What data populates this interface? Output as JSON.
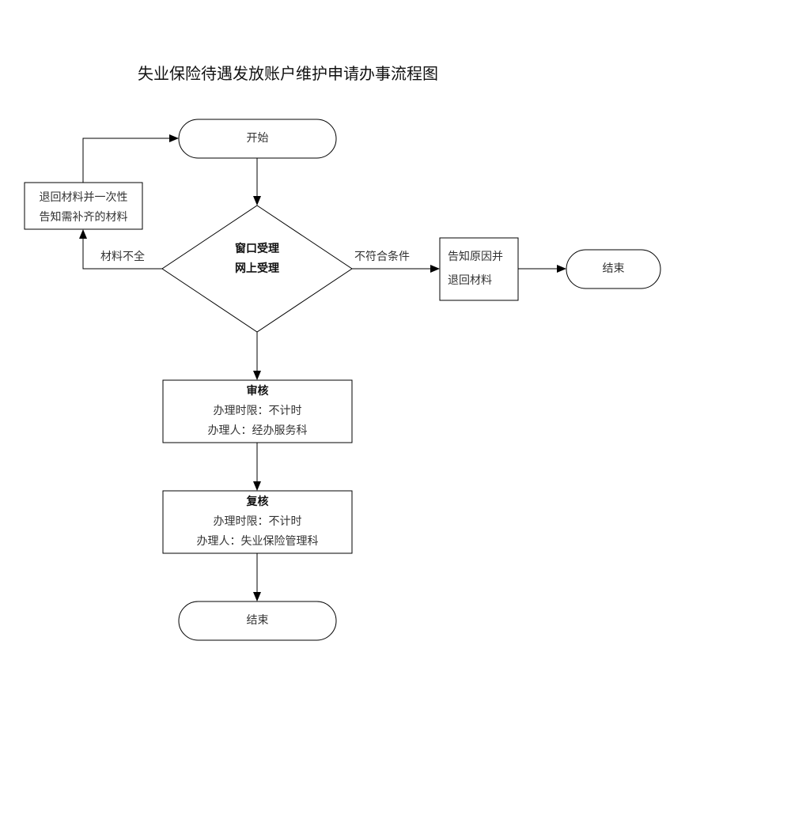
{
  "title": "失业保险待遇发放账户维护申请办事流程图",
  "nodes": {
    "start": {
      "label": "开始"
    },
    "return_left": {
      "line1": "退回材料并一次性",
      "line2": "告知需补齐的材料"
    },
    "decision": {
      "line1": "窗口受理",
      "line2": "网上受理"
    },
    "notify_right": {
      "line1": "告知原因并",
      "line2": "退回材料"
    },
    "end_right": {
      "label": "结束"
    },
    "review": {
      "title": "审核",
      "line1": "办理时限：不计时",
      "line2": "办理人：经办服务科"
    },
    "recheck": {
      "title": "复核",
      "line1": "办理时限：不计时",
      "line2": "办理人：失业保险管理科"
    },
    "end_bottom": {
      "label": "结束"
    }
  },
  "edges": {
    "incomplete": "材料不全",
    "not_eligible": "不符合条件"
  },
  "colors": {
    "line": "#000000",
    "fill": "#ffffff"
  }
}
